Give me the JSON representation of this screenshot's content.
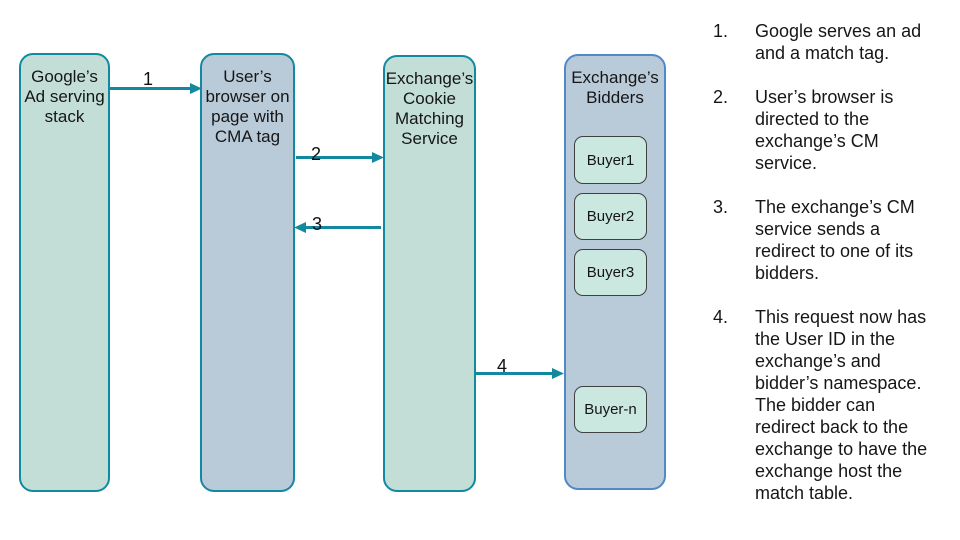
{
  "diagram": {
    "nodes": [
      {
        "title": "Google’s\nAd serving\nstack"
      },
      {
        "title": "User’s\nbrowser on\npage with\nCMA tag"
      },
      {
        "title": "Exchange’s\nCookie\nMatching\nService"
      },
      {
        "title": "Exchange’s\nBidders",
        "buyers": [
          "Buyer1",
          "Buyer2",
          "Buyer3",
          "Buyer-n"
        ]
      }
    ],
    "arrows": [
      {
        "label": "1"
      },
      {
        "label": "2"
      },
      {
        "label": "3"
      },
      {
        "label": "4"
      }
    ],
    "colors": {
      "mint_fill": "#c3ded6",
      "bluegray_fill": "#b9cad9",
      "teal_stroke": "#1389a0",
      "blue_stroke": "#5089ca",
      "buyer_fill": "#cae7e0",
      "buyer_stroke": "#404040",
      "text": "#111111"
    }
  },
  "notes": {
    "items": [
      {
        "num": "1.",
        "text": "Google serves an ad\nand a match tag."
      },
      {
        "num": "2.",
        "text": "User’s browser is\ndirected to the\nexchange’s CM\nservice."
      },
      {
        "num": "3.",
        "text": "The exchange’s CM\nservice sends a\nredirect to one of its\nbidders."
      },
      {
        "num": "4.",
        "text": "This request now has\nthe User ID in the\nexchange’s and\nbidder’s namespace.\nThe bidder can\nredirect back to the\nexchange to have the\nexchange host the\nmatch table."
      }
    ]
  }
}
